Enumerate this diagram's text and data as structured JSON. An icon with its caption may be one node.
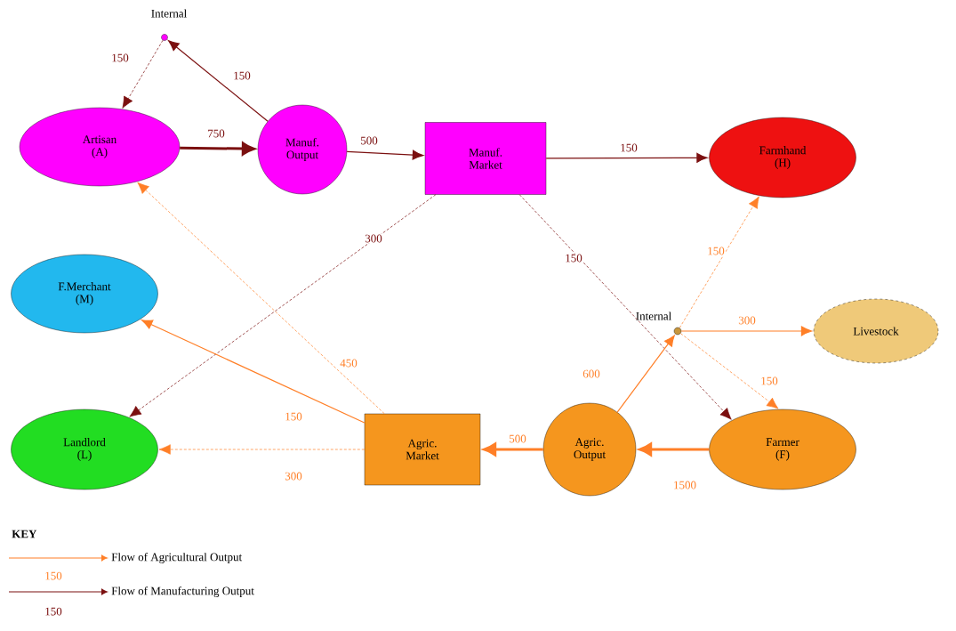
{
  "diagram": {
    "nodes": [
      {
        "text": [],
        "shape": "circle",
        "beside": [
          "Internal"
        ]
      },
      {
        "text": [
          "Artisan (A)"
        ]
      },
      {
        "text": [
          "Manuf. Output"
        ]
      },
      {
        "text": [
          "Manuf. Market"
        ]
      },
      {
        "text": [
          "Farmhand (H)"
        ]
      },
      {
        "text": [
          "F.Merchant (M)"
        ]
      },
      {
        "text": [],
        "shape": "circle",
        "beside": [
          "Internal"
        ]
      },
      {
        "text": [
          "Livestock"
        ]
      },
      {
        "text": [
          "Landlord (L)"
        ]
      },
      {
        "text": [
          "Agric. Market"
        ]
      },
      {
        "text": [
          "Agric. Output"
        ]
      },
      {
        "text": [
          "Farmer (F)"
        ]
      }
    ],
    "edges": [
      {
        "from": 2,
        "to": 0,
        "arrow": "to",
        "label": "150",
        "color": "#7b1010"
      },
      {
        "from": 0,
        "to": 1,
        "arrow": "to",
        "label": "150",
        "style": "dashed",
        "color": "#7b1010"
      },
      {
        "from": 1,
        "to": 2,
        "arrow": "to",
        "label": "750",
        "style": "thick",
        "color": "#7b1010"
      },
      {
        "from": 2,
        "to": 3,
        "arrow": "to",
        "label": "500",
        "color": "#7b1010"
      },
      {
        "from": 3,
        "to": 4,
        "arrow": "to",
        "label": "150",
        "color": "#7b1010"
      },
      {
        "from": 3,
        "to": 8,
        "arrow": "to",
        "label": "300",
        "style": "dashed",
        "color": "#7b1010"
      },
      {
        "from": 3,
        "to": 11,
        "arrow": "to",
        "label": "150",
        "style": "dashed",
        "color": "#7b1010"
      },
      {
        "from": 9,
        "to": 1,
        "arrow": "to",
        "label": "450",
        "style": "dashed"
      },
      {
        "from": 9,
        "to": 5,
        "arrow": "to",
        "label": "150"
      },
      {
        "from": 9,
        "to": 8,
        "arrow": "to",
        "label": "300",
        "style": "dashed"
      },
      {
        "from": 10,
        "to": 9,
        "arrow": "to",
        "label": "500",
        "style": "thick"
      },
      {
        "from": 11,
        "to": 10,
        "arrow": "to",
        "label": "1500",
        "style": "thick"
      },
      {
        "from": 10,
        "to": 6,
        "arrow": "to",
        "label": "600"
      },
      {
        "from": 6,
        "to": 4,
        "arrow": "to",
        "label": "150",
        "style": "dashed"
      },
      {
        "from": 6,
        "to": 7,
        "arrow": "to",
        "label": "300"
      },
      {
        "from": 6,
        "to": 11,
        "arrow": "to",
        "label": "150",
        "style": "dashed"
      }
    ],
    "labels": [
      "KEY",
      "150",
      "150"
    ],
    "legend": [
      {
        "text": "Flow of Agricultural Output"
      },
      {
        "text": "Flow of Manufacturing Output"
      }
    ]
  }
}
